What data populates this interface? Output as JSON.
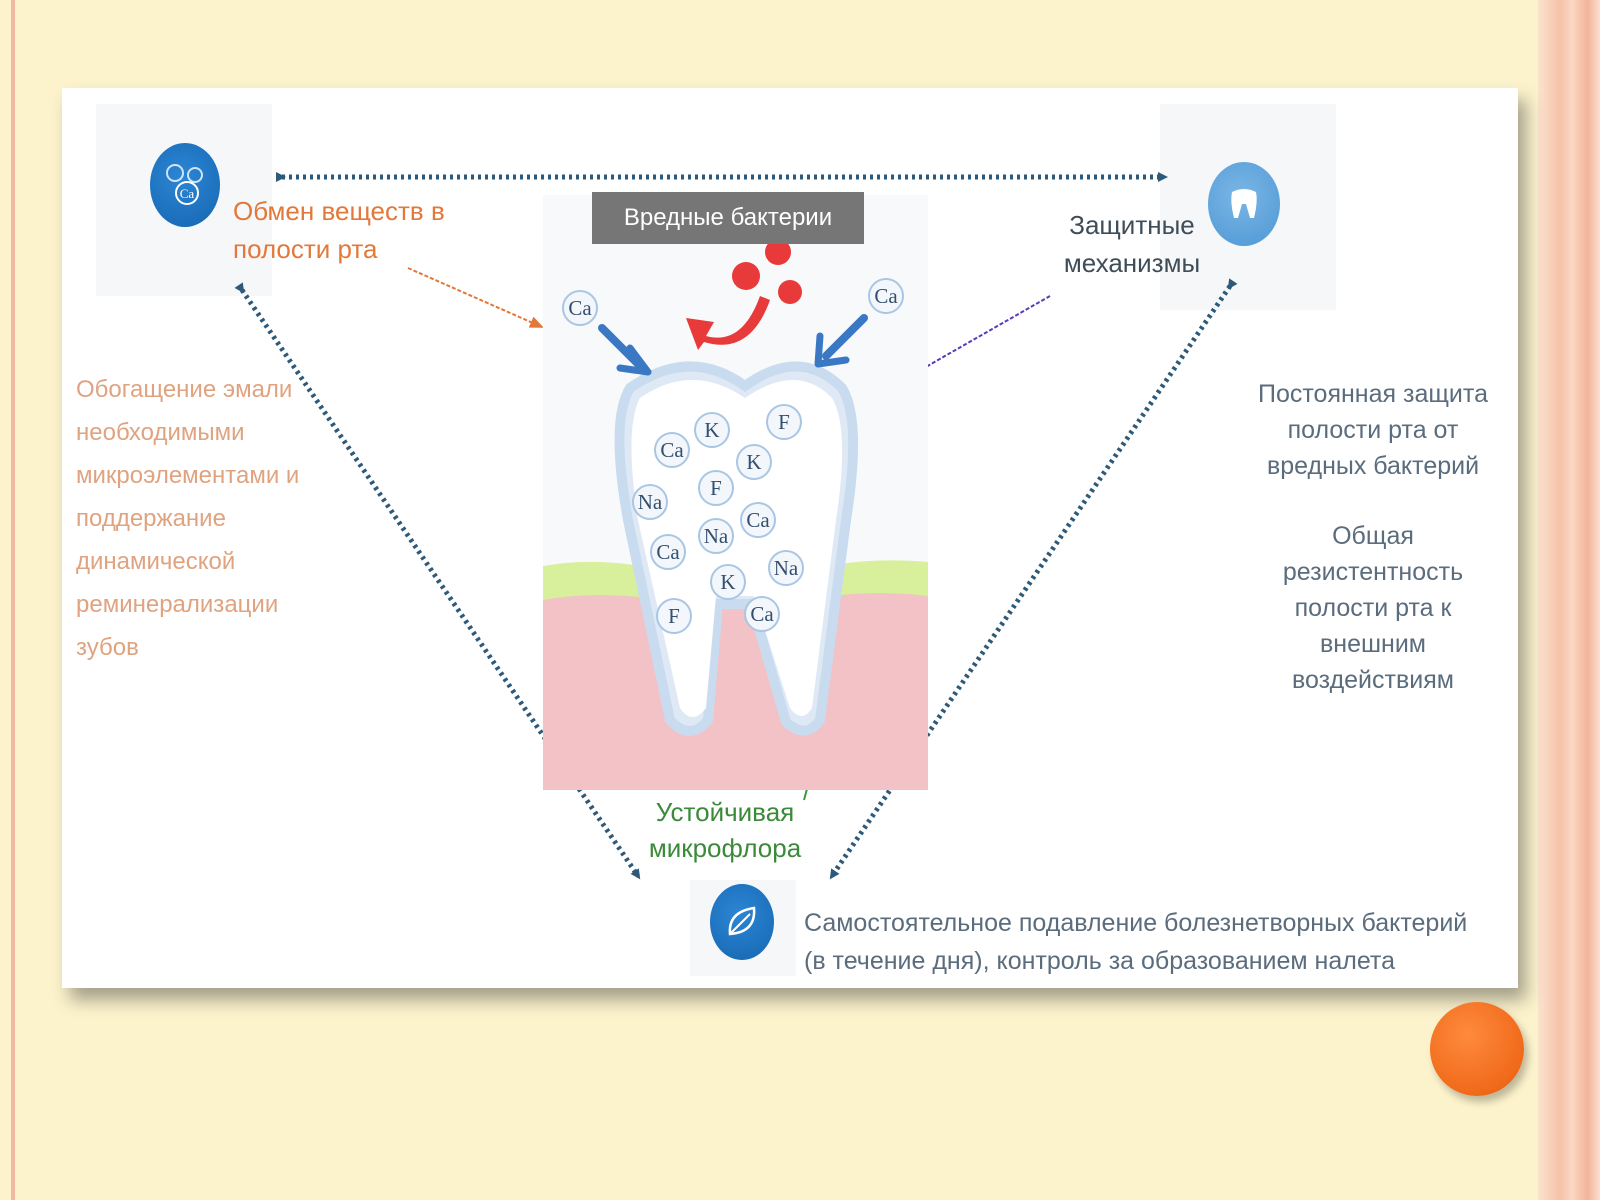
{
  "nodes": {
    "metabolism": "Обмен веществ в полости рта",
    "protection": "Защитные механизмы",
    "microflora": "Устойчивая микрофлора"
  },
  "bacteria_label": "Вредные бактерии",
  "left_text": [
    "Обогащение эмали",
    "необходимыми",
    "микроэлементами и",
    "поддержание",
    "динамической",
    "реминерализации",
    "зубов"
  ],
  "right_text_1": [
    "Постоянная защита",
    "полости рта от",
    "вредных бактерий"
  ],
  "right_text_2": [
    "Общая",
    "резистентность",
    "полости рта к",
    "внешним",
    "воздействиям"
  ],
  "bottom_text": [
    "Самостоятельное подавление болезнетворных бактерий",
    "(в течение дня), контроль за образованием налета"
  ],
  "icons": {
    "metabolism": "molecule-ca-icon",
    "protection": "tooth-icon",
    "microflora": "leaf-icon"
  },
  "ions": [
    "Ca",
    "K",
    "F",
    "K",
    "Ca",
    "Na",
    "F",
    "Na",
    "Ca",
    "Ca",
    "Na",
    "K",
    "F",
    "Ca",
    "Ca",
    "Ca"
  ],
  "colors": {
    "background": "#fcf3cc",
    "accent_blue": "#1c6fb8",
    "orange": "#e2783a",
    "green": "#3a8a3a",
    "gum": "#f2c2c6",
    "bacteria": "#e83a3a"
  }
}
